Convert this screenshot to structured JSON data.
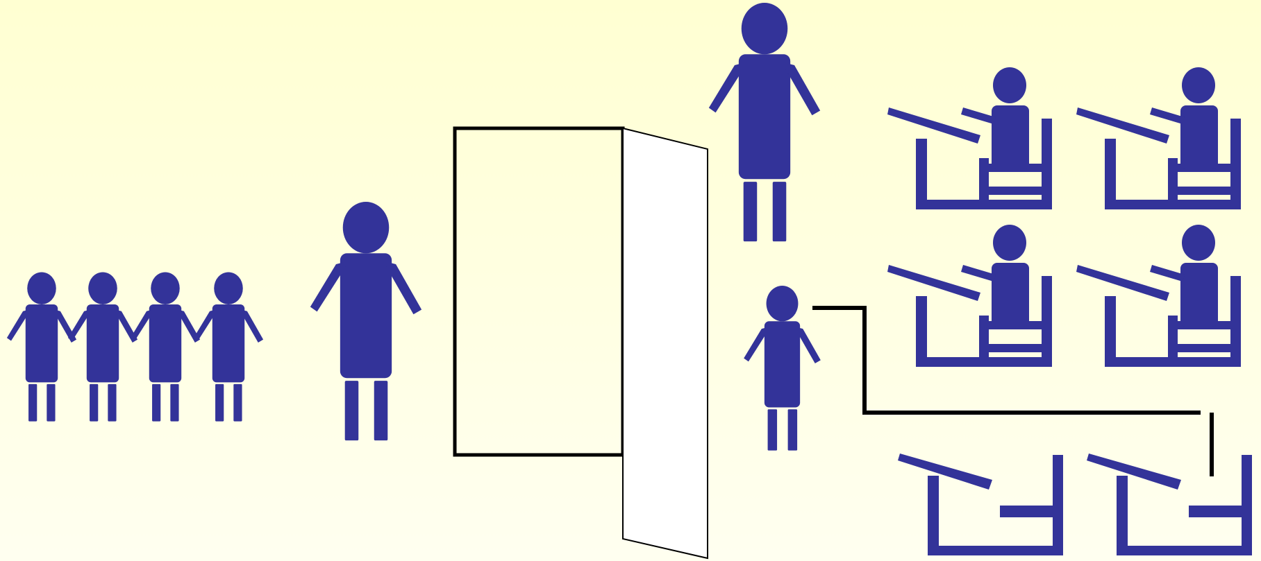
{
  "colors": {
    "figure": "#333399",
    "background_top": "#ffffd2",
    "background_bottom": "#fffff0",
    "door_outline": "#000000",
    "door_leaf": "#ffffff",
    "route_line": "#000000"
  },
  "icons": {
    "person": "person-icon",
    "student_desk": "student-desk-icon",
    "door": "open-door-icon"
  },
  "scene": {
    "waiting_children_count": 4,
    "seated_students_count": 4,
    "empty_desks_count": 2
  }
}
